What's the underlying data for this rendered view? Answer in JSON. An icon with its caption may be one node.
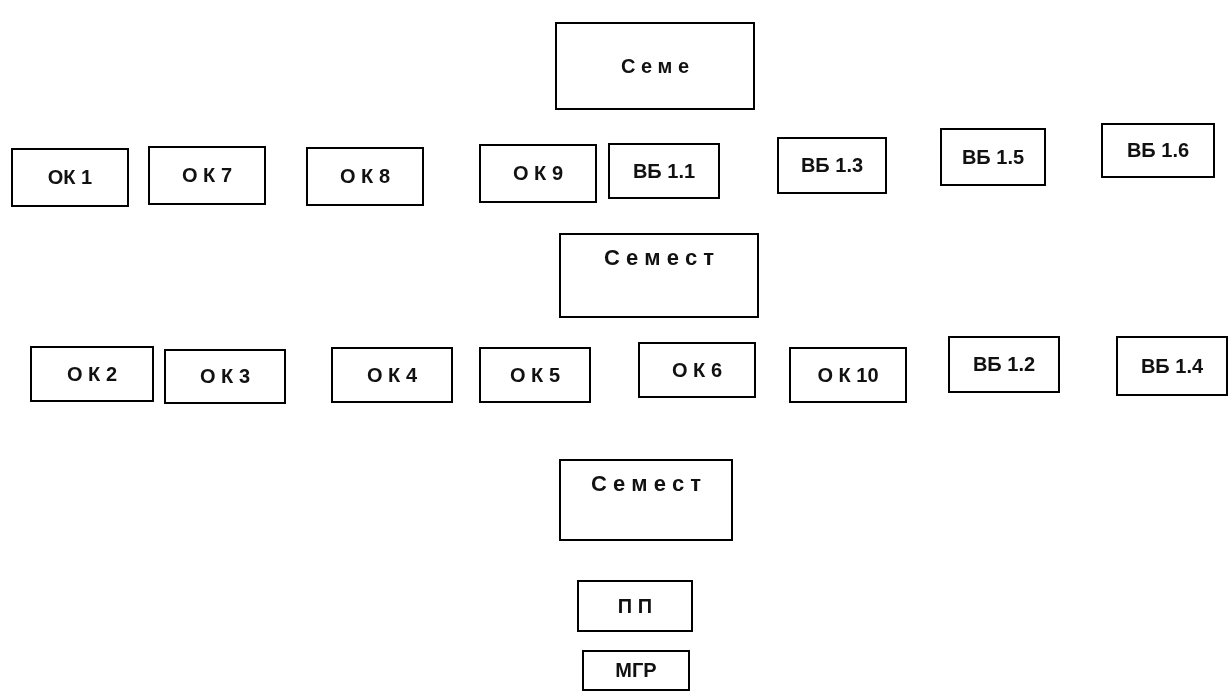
{
  "diagram": {
    "nodes": [
      {
        "text": [
          "С е м е"
        ]
      },
      {
        "text": [
          "ОК 1"
        ]
      },
      {
        "text": [
          "О К 7"
        ]
      },
      {
        "text": [
          "О К 8"
        ]
      },
      {
        "text": [
          "О К 9"
        ]
      },
      {
        "text": [
          "ВБ 1.1"
        ]
      },
      {
        "text": [
          "ВБ 1.3"
        ]
      },
      {
        "text": [
          "ВБ 1.5"
        ]
      },
      {
        "text": [
          "ВБ 1.6"
        ]
      },
      {
        "text": [
          "С е м е с т"
        ]
      },
      {
        "text": [
          "О К 2"
        ]
      },
      {
        "text": [
          "О К 3"
        ]
      },
      {
        "text": [
          "О К 4"
        ]
      },
      {
        "text": [
          "О К 5"
        ]
      },
      {
        "text": [
          "О К 6"
        ]
      },
      {
        "text": [
          "О К 10"
        ]
      },
      {
        "text": [
          "ВБ 1.2"
        ]
      },
      {
        "text": [
          "ВБ 1.4"
        ]
      },
      {
        "text": [
          "С е м е с т"
        ]
      },
      {
        "text": [
          "П П"
        ]
      },
      {
        "text": [
          "МГР"
        ]
      }
    ]
  }
}
